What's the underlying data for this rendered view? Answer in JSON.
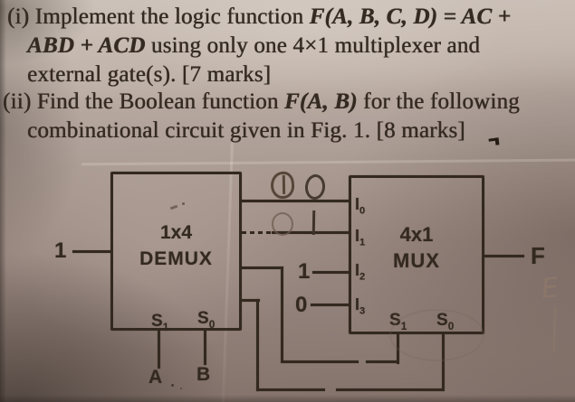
{
  "colors": {
    "ink": "#33291f",
    "pencil": "#8d7a6f",
    "paper_light": "#c9bdb4",
    "paper_dark": "#82716a"
  },
  "question": {
    "line1_prefix": "(i) Implement the logic function ",
    "line1_math": "F(A, B, C, D) = AC +",
    "line2_math": "ABD + ACD",
    "line2_rest": " using only one 4×1 multiplexer and",
    "line3": "external gate(s). [7 marks]",
    "line4_prefix": "(ii) Find the Boolean function ",
    "line4_math": "F(A, B)",
    "line4_rest": " for the following",
    "line5": "combinational circuit given in Fig. 1. [8 marks]"
  },
  "figure": {
    "demux": {
      "input_label": "1",
      "title_line1": "1x4",
      "title_line2": "DEMUX",
      "s1": {
        "base": "S",
        "sub": "1"
      },
      "s0": {
        "base": "S",
        "sub": "0"
      },
      "select_input_a": "A",
      "select_input_b": "B"
    },
    "mux": {
      "title_line1": "4x1",
      "title_line2": "MUX",
      "i0": {
        "base": "I",
        "sub": "0"
      },
      "i1": {
        "base": "I",
        "sub": "1"
      },
      "i2": {
        "base": "I",
        "sub": "2"
      },
      "i3": {
        "base": "I",
        "sub": "3"
      },
      "i2_constant": "1",
      "i3_constant": "0",
      "s1": {
        "base": "S",
        "sub": "1"
      },
      "s0": {
        "base": "S",
        "sub": "0"
      },
      "output_label": "F"
    },
    "handwritten": {
      "wire_i0_values": "1 0",
      "wire_i1_values": "0 1",
      "pencil_letter": "E"
    }
  }
}
